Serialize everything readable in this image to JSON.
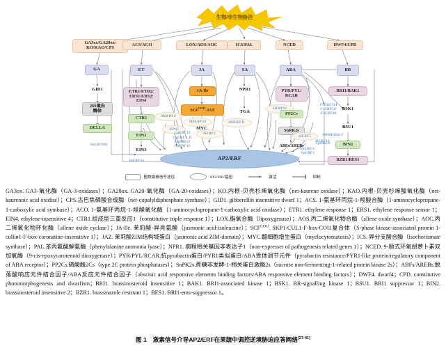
{
  "figure": {
    "caption_number": "图 1",
    "caption_title": "激素信号介导AP2/ERF在果蔬中调控逆境胁迫应答网络",
    "caption_ref": "[27-41]"
  },
  "diagram": {
    "stress_source": "生物/非生物胁迫",
    "hub": "AP2/ERF",
    "legend": [
      {
        "shape": "rect",
        "label": "植物激素信号途径"
      },
      {
        "shape": "ellipse",
        "label": "AP2/ERF基因"
      },
      {
        "shape": "arrow",
        "label": "激活"
      },
      {
        "shape": "bar",
        "label": "抑制"
      }
    ],
    "pathways": [
      {
        "name": "gibberellin",
        "enzyme": "GA3ox/GA20ox/\nKO/KAO/CPS",
        "hormone": "GA",
        "chain": [
          "GID1",
          "26S蛋白\n酶体",
          "DELLA"
        ]
      },
      {
        "name": "ethylene",
        "enzyme": "ACS/ACO",
        "hormone": "ET",
        "chain": [
          "ETR1/ETR2/\nERS1/ERS2/\nEIN4",
          "CTR1",
          "EIN2",
          "EIN3"
        ]
      },
      {
        "name": "jasmonate",
        "enzyme": "LOX/AOS/AOC",
        "hormone": "JA",
        "chain": [
          "JA-Ile",
          "SCF^COI1-JAZ",
          "MYC"
        ]
      },
      {
        "name": "salicylate",
        "enzyme": "ICS/PAL",
        "hormone": "SA",
        "chain": [
          "NPR1",
          "TGA"
        ]
      },
      {
        "name": "abscisic-acid",
        "enzyme": "NCED",
        "hormone": "ABA",
        "chain": [
          "PYR/PYL/\nRCAR",
          "PP2Cs",
          "SnRK2s",
          "ABFs/AREBs"
        ]
      },
      {
        "name": "brassinosteroid",
        "enzyme": "DWF4/CPD",
        "hormone": "BR",
        "chain": [
          "BRI1/BAK1",
          "BSK1",
          "BSU1",
          "BIN2",
          "BZR1/BES1"
        ]
      }
    ],
    "genes": [
      {
        "id": "g-vaderf002",
        "text": "VaERF092"
      },
      {
        "id": "g-vaderf3a",
        "text": "VaERF3a"
      },
      {
        "id": "g-mderf4",
        "text": "MdERF4"
      },
      {
        "id": "g-slpti5",
        "text": "SlPti5"
      },
      {
        "id": "g-caerf-set",
        "text": "CaERF1I\nCaERF3_II\nCaERF5I\nCaERF10"
      },
      {
        "id": "g-mderf10",
        "text": "MdERF10"
      },
      {
        "id": "g-sterf1",
        "text": "StERF1"
      },
      {
        "id": "g-mderf11",
        "text": "MdERF11"
      },
      {
        "id": "g-slerf91",
        "text": "SlERF91"
      },
      {
        "id": "g-fveerf-set",
        "text": "FvERF31I\nFvERF50/\nFvERF88"
      },
      {
        "id": "g-slerf5",
        "text": "SlERF5"
      },
      {
        "id": "g-lpderf9",
        "text": "LpDREB"
      },
      {
        "id": "g-sldreb2b",
        "text": "SlDREB2b-2"
      },
      {
        "id": "g-slerf13",
        "text": "SlERF13"
      },
      {
        "id": "g-vperf-set",
        "text": "VpERF1/\nVpERF2"
      }
    ]
  },
  "abbreviations": {
    "text": "GA3ox. GA3-氧化酶（GA-3-oxidases）；GA20ox. GA20-氧化酶（GA-20-oxidases）；KO.内根-贝壳杉烯氧化酶（net-kaurene oxidase）；KAO.内根-贝壳杉烯酸氧化酶（net-kaurenoic acid oxidise）；CPS.古巴焦磷酸合成酶（net-copalyldiphosphate synthase）；GID1. gibberellin insensitive dwarf 1；ACS. 1-氨基环丙烷-1-羧酸合酶（1-aminocyclopropane-1-carboxylic acid synthase）；ACO. 1-氨基环丙烷-1-羧酸氧化酶（1-aminocyclopropane-1-carboxylic acid oxidase）；ETR1. ethylene response 1；ERS1. ethylene response sensor 1；EIN4. ethylene-insensitive 4；CTR1.组成型三重反应1（constitutive triple response 1）；LOX.脂氧合酶（lipoxygenase）；AOS.丙二烯氧化物合酶（allene oxide synthase）；AOC.丙二烯氧化物环化酶（allene oxide cyclase）；JA-Ile. 茉莉酸-异亮氨酸（jasmonic acid-isoleucine）；SCF",
    "text_after_sup": ". SKP1-CUL1-F-box-COI1复合体（S-phase kinase-associated protein 1-cullin1-F-box-coronatine-insensitive 1）；JAZ. 茉莉酸ZIM结构域蛋白（jasmonic acid ZIM-domain）；MYC.髓细胞增生蛋白（myelocytomatosis）；ICS. 异分支酸合酶（isochorismate synthase）；PAL.苯丙氨酸解氨酶（phenylalanine ammonia lyase）；NPR1. 病程相关基因非表达子1（non-expresser of pathogenesis related genes 1）；NCED. 9-顺式环氧胡萝卜素双加氧酶（9-cis-epoxycarotenoid dioxygenase）；PYR/PYL/RCAR.抗pyrabactin蛋白/PYR1类似蛋白/ABA受体调节元件（pyrabactin resistance/PYR1-like protein/regulatory component of ABA receptor）；PP2Cs.磷酸酶2Cs（type 2C protein phosphatases）；SnPK2s.蔗糖非发酵-1-相关蛋白激酶2s（sucrose non-fermenting-1-related protein kinase 2s）；ABFs/AREBs.脱落酸响应元件结合因子/ABA反应元件结合因子（abscisic acid responsive elements binding factors/ABA responsive element binding factors）；DWF4. dwarf4；CPD. constitutive photomorphogenesis and dwarfism；BRI1. brassinosteroid insensitive 1；BAK1. BRI1-associated kinase 1；BSK1. BR-signalling kinase 1；BSU1. BRI1 suppressor 1；BIN2. brassinosteroid insensitive 2；BZR1. brassinazole resistant 1；BES1. BRI1-ems-suppressor 1。",
    "sup": "COI1"
  }
}
